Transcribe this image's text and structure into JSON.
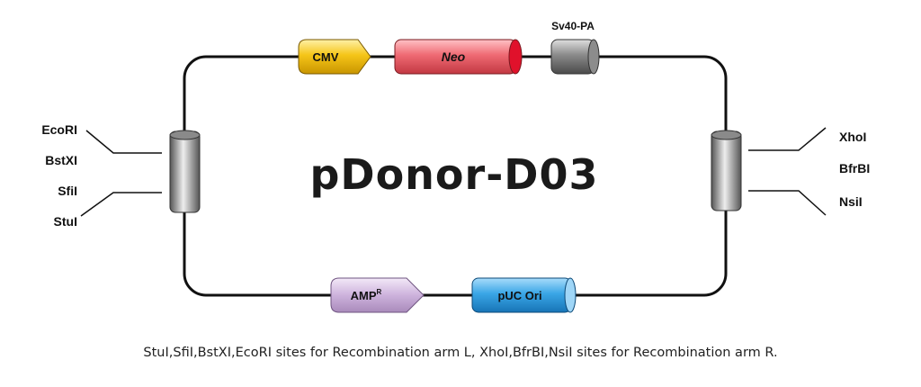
{
  "title": "pDonor-D03",
  "elements": {
    "cmv": "CMV",
    "neo": "Neo",
    "sv40pa": "Sv40-PA",
    "amp": "AMP",
    "amp_superscript": "R",
    "puc_ori": "pUC Ori"
  },
  "left_sites": [
    "EcoRI",
    "BstXI",
    "SfiI",
    "StuI"
  ],
  "right_sites": [
    "XhoI",
    "BfrBI",
    "NsiI"
  ],
  "caption": "StuI,SfiI,BstXI,EcoRI sites for Recombination arm L, XhoI,BfrBI,NsiI sites for Recombination arm R.",
  "colors": {
    "cmv": "#f5c518",
    "neo": "#e8505b",
    "neo_cap": "#e0112b",
    "sv40pa": "#6a6a6a",
    "amp": "#cdb2dc",
    "puc_ori": "#3aa6e6",
    "arm": "#8a8a8a",
    "backbone": "#111111"
  }
}
